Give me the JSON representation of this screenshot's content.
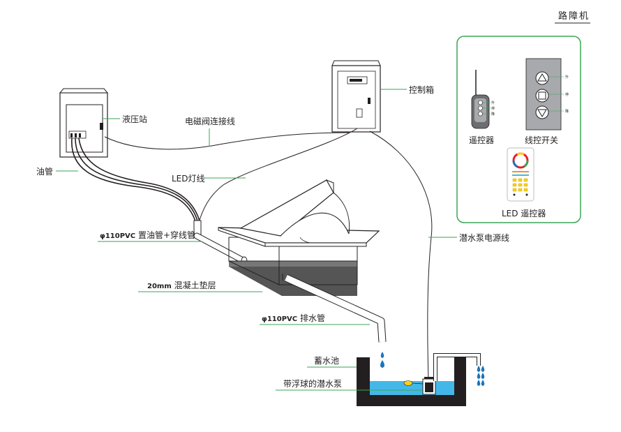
{
  "title": "路障机",
  "colors": {
    "accent_green": "#3aa655",
    "leader_green": "#3aa655",
    "water_blue": "#43b8e8",
    "drop_blue": "#1b75bc",
    "concrete": "#555555"
  },
  "labels": {
    "hydraulic_station": "液压站",
    "solenoid_cable": "电磁阀连接线",
    "control_box": "控制箱",
    "oil_pipe": "油管",
    "led_light_line": "LED灯线",
    "pvc_pipe_prefix": "φ110PVC",
    "pvc_pipe_suffix": "置油管+穿线管",
    "pump_power_cable": "潜水泵电源线",
    "concrete_prefix": "20mm",
    "concrete_suffix": "混凝土垫层",
    "drain_prefix": "φ110PVC",
    "drain_suffix": "排水管",
    "reservoir": "蓄水池",
    "pump_with_float": "带浮球的潜水泵"
  },
  "legend": {
    "remote_label": "遥控器",
    "wired_switch_label": "线控开关",
    "led_remote_label": "LED 遥控器",
    "switch_up": "升",
    "switch_stop": "停",
    "switch_down": "降",
    "remote_up": "升",
    "remote_stop": "停",
    "remote_down": "降"
  },
  "icons": [
    "hydraulic-station-cabinet-icon",
    "control-box-icon",
    "road-blocker-icon",
    "reservoir-icon",
    "submersible-pump-icon",
    "remote-control-icon",
    "wired-switch-icon",
    "led-remote-icon",
    "water-drop-icon"
  ]
}
